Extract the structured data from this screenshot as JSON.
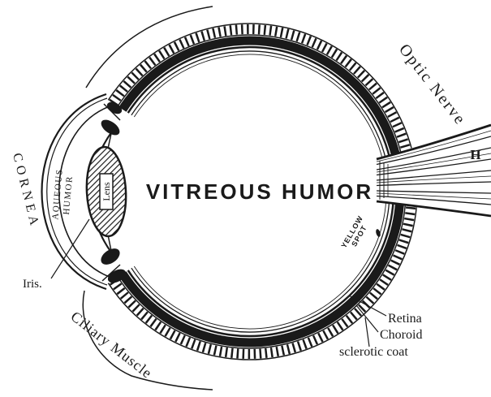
{
  "figure": {
    "colors": {
      "ink": "#1a1a1a",
      "paper": "#ffffff"
    },
    "labels": {
      "cornea": "CORNEA",
      "aqueous_humor": {
        "line1": "AQUEOUS",
        "line2": "HUMOR"
      },
      "lens": "Lens",
      "iris": "Iris.",
      "ciliary_muscle": "Ciliary Muscle",
      "vitreous_humor": "VITREOUS HUMOR",
      "yellow_spot": {
        "line1": "YELLOW",
        "line2": "SPOT"
      },
      "optic_nerve": "Optic Nerve",
      "optic_nerve_mark": "H",
      "retina": "Retina",
      "choroid": "Choroid",
      "sclerotic_coat": "sclerotic coat"
    }
  }
}
